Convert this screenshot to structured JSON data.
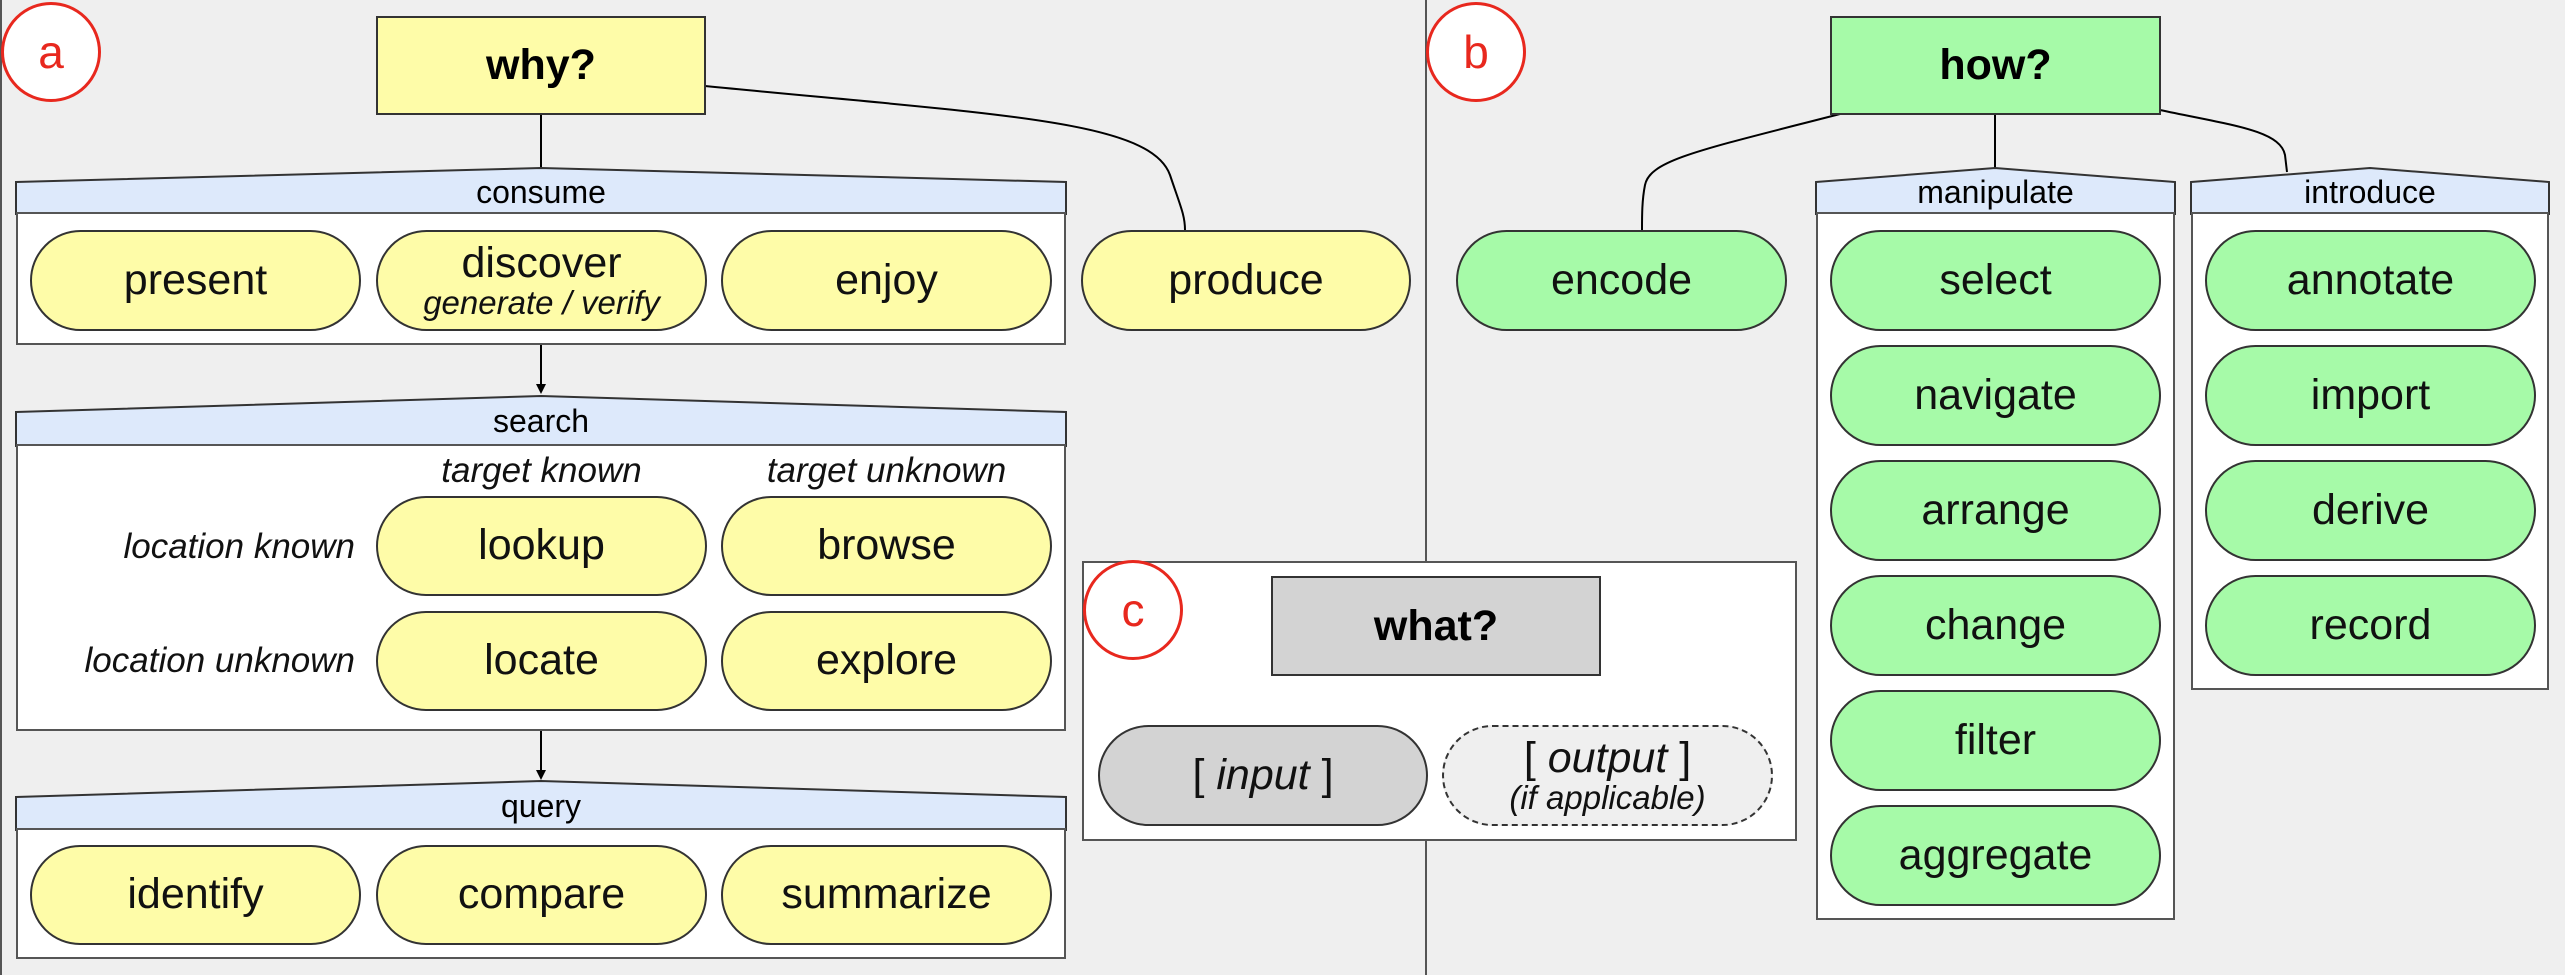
{
  "panels": {
    "a_label": "a",
    "b_label": "b",
    "c_label": "c"
  },
  "why": {
    "title": "why?",
    "consume": {
      "header": "consume",
      "items": [
        "present",
        "discover",
        "enjoy"
      ],
      "discover_sub": "generate / verify"
    },
    "produce": "produce",
    "search": {
      "header": "search",
      "col_headers": [
        "target known",
        "target unknown"
      ],
      "row_headers": [
        "location known",
        "location unknown"
      ],
      "cells": [
        "lookup",
        "browse",
        "locate",
        "explore"
      ]
    },
    "query": {
      "header": "query",
      "items": [
        "identify",
        "compare",
        "summarize"
      ]
    }
  },
  "how": {
    "title": "how?",
    "encode": "encode",
    "manipulate": {
      "header": "manipulate",
      "items": [
        "select",
        "navigate",
        "arrange",
        "change",
        "filter",
        "aggregate"
      ]
    },
    "introduce": {
      "header": "introduce",
      "items": [
        "annotate",
        "import",
        "derive",
        "record"
      ]
    }
  },
  "what": {
    "title": "what?",
    "input": "input",
    "output": "output",
    "output_note": "(if applicable)",
    "bracket_open": "[",
    "bracket_close": "]"
  },
  "colors": {
    "why_fill": "#fefca8",
    "how_fill": "#a6faa8",
    "what_fill": "#d3d3d3",
    "header_fill": "#dde9fb",
    "circle_stroke": "#e8281e"
  }
}
